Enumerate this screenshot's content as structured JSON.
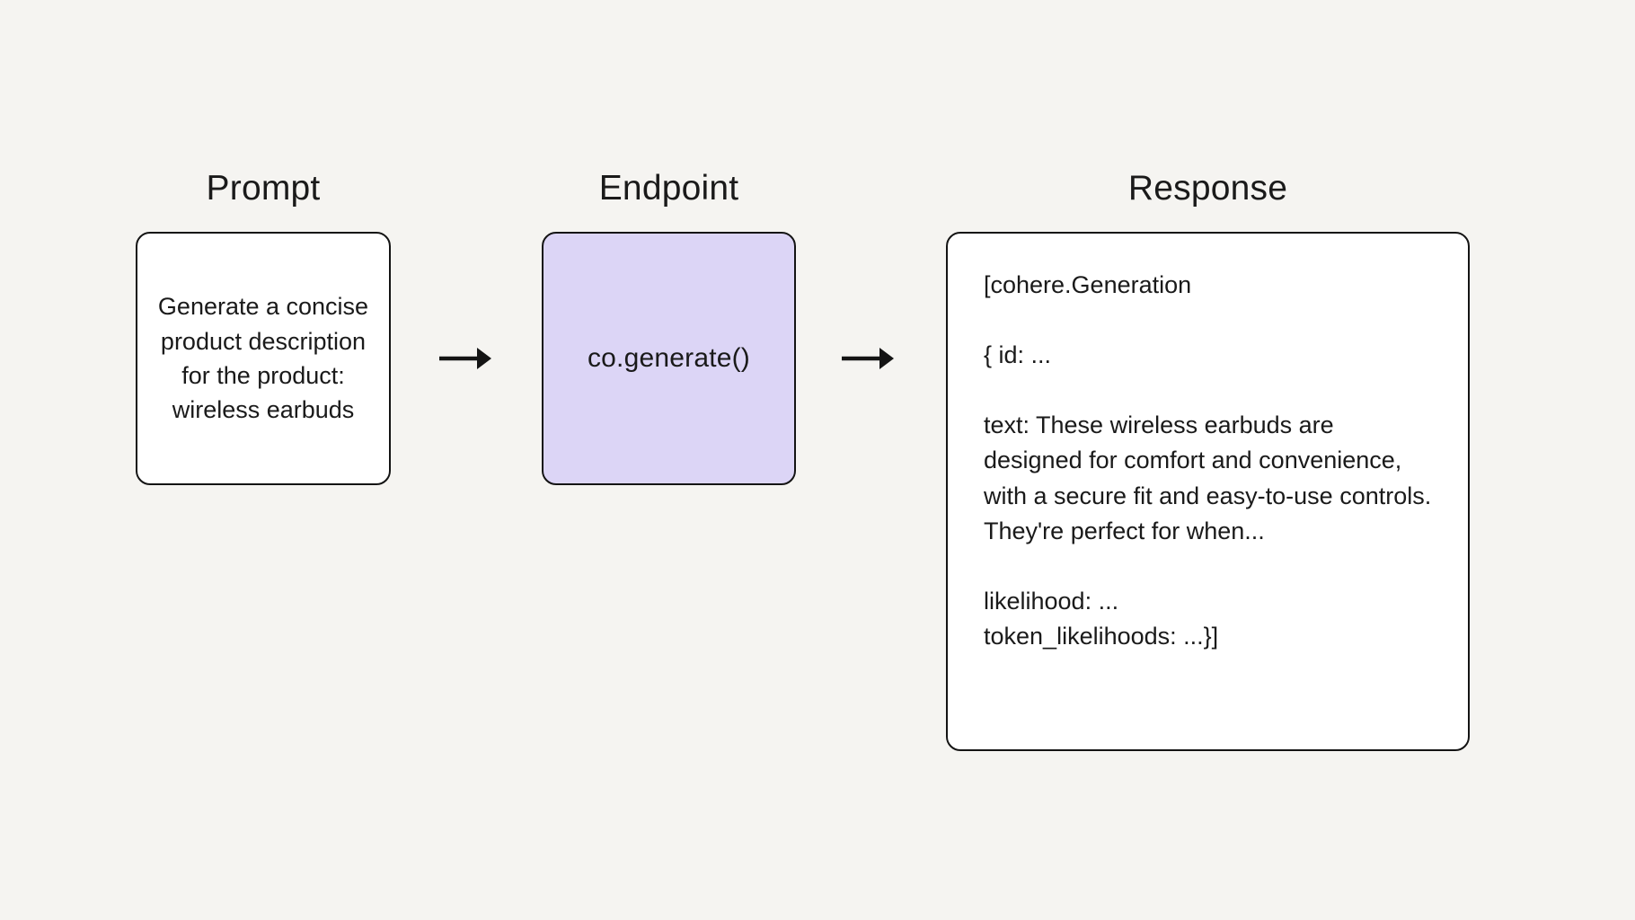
{
  "diagram": {
    "prompt": {
      "title": "Prompt",
      "text": "Generate a concise product description for the product: wireless earbuds"
    },
    "endpoint": {
      "title": "Endpoint",
      "code": "co.generate()"
    },
    "response": {
      "title": "Response",
      "lines": [
        "[cohere.Generation",
        "{ id: ...",
        "text: These wireless earbuds are designed for comfort and convenience, with a secure fit and easy-to-use controls. They're perfect for when...",
        "likelihood: ...",
        "token_likelihoods: ...}]"
      ]
    },
    "colors": {
      "background": "#f5f4f1",
      "endpoint_fill": "#dcd5f6",
      "border": "#141414",
      "text": "#1a1a1a"
    }
  }
}
